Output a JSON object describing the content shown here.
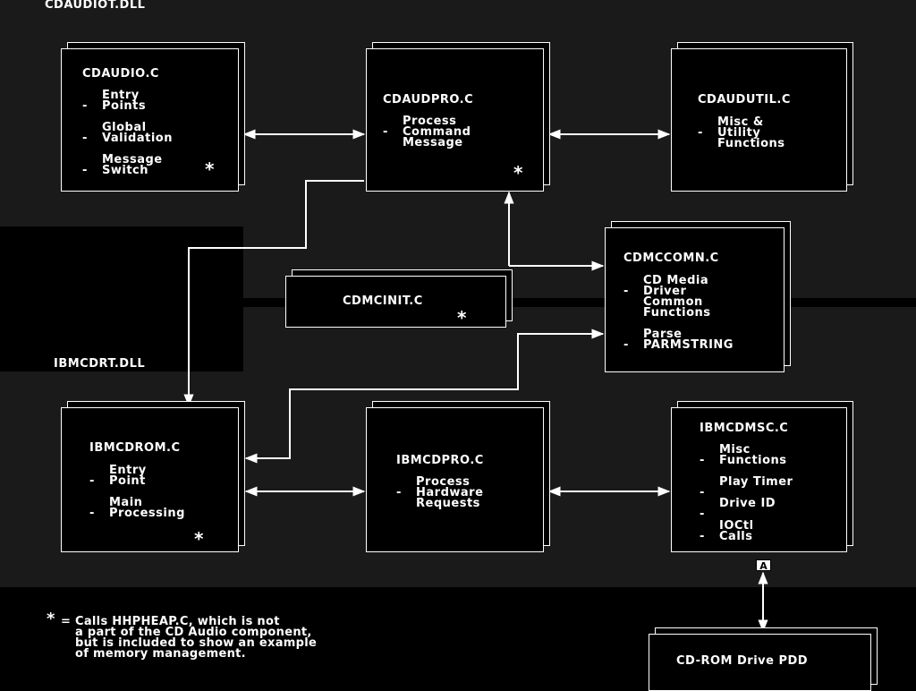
{
  "regions": {
    "top_label": "CDAUDIOT.DLL",
    "bottom_label": "IBMCDRT.DLL"
  },
  "boxes": {
    "cdaudio": {
      "title": "CDAUDIO.C",
      "bullets": [
        {
          "dash": "-",
          "lines": "Entry\nPoints"
        },
        {
          "dash": "-",
          "lines": "Global\nValidation"
        },
        {
          "dash": "-",
          "lines": "Message\nSwitch"
        }
      ],
      "star": "*"
    },
    "cdaudpro": {
      "title": "CDAUDPRO.C",
      "bullets": [
        {
          "dash": "-",
          "lines": "Process\nCommand\nMessage"
        }
      ],
      "star": "*"
    },
    "cdaudutil": {
      "title": "CDAUDUTIL.C",
      "bullets": [
        {
          "dash": "-",
          "lines": "Misc &\nUtility\nFunctions"
        }
      ]
    },
    "cdmccomn": {
      "title": "CDMCCOMN.C",
      "bullets": [
        {
          "dash": "-",
          "lines": "CD Media\nDriver\nCommon\nFunctions"
        },
        {
          "dash": "-",
          "lines": "Parse\nPARMSTRING"
        }
      ]
    },
    "cdmcinit": {
      "title": "CDMCINIT.C",
      "star": "*"
    },
    "ibmcdrom": {
      "title": "IBMCDROM.C",
      "bullets": [
        {
          "dash": "-",
          "lines": "Entry\nPoint"
        },
        {
          "dash": "-",
          "lines": "Main\nProcessing"
        }
      ],
      "star": "*"
    },
    "ibmcdpro": {
      "title": "IBMCDPRO.C",
      "bullets": [
        {
          "dash": "-",
          "lines": "Process\nHardware\nRequests"
        }
      ]
    },
    "ibmcdmsc": {
      "title": "IBMCDMSC.C",
      "bullets": [
        {
          "dash": "-",
          "lines": "Misc\nFunctions"
        },
        {
          "dash": "-",
          "lines": "Play Timer"
        },
        {
          "dash": "-",
          "lines": "Drive ID"
        },
        {
          "dash": "-",
          "lines": "IOCtl\nCalls"
        }
      ]
    },
    "cdrom_pdd": {
      "title": "CD-ROM Drive PDD"
    }
  },
  "marker": "A",
  "footnote": {
    "star": "*",
    "lines": [
      "= Calls HHPHEAP.C, which is not",
      "a part of the CD Audio component,",
      "but is included to show an example",
      "of memory management."
    ]
  },
  "colors": {
    "background": "#000000",
    "region": "#1a1a1a",
    "foreground": "#ffffff"
  }
}
